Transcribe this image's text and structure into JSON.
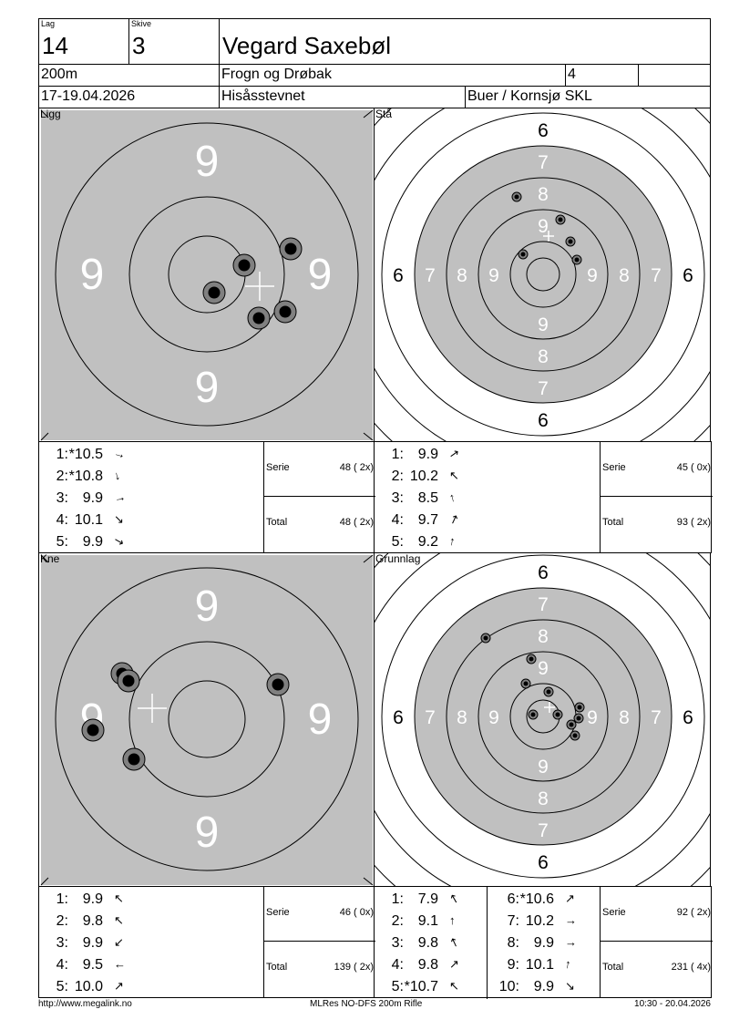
{
  "header": {
    "lag_label": "Lag",
    "lag": "14",
    "skive_label": "Skive",
    "skive": "3",
    "name": "Vegard Saxebøl",
    "distance": "200m",
    "club": "Frogn og Drøbak",
    "klasse": "4",
    "extra": "",
    "date": "17-19.04.2026",
    "event": "Hisåsstevnet",
    "range": "Buer / Kornsjø SKL"
  },
  "panels": [
    {
      "label": "Ligg",
      "shots": [
        {
          "n": "1:",
          "v": "*10.5",
          "a": "→",
          "r": 15
        },
        {
          "n": "2:",
          "v": "*10.8",
          "a": "↓",
          "r": -15
        },
        {
          "n": "3:",
          "v": "9.9",
          "a": "→",
          "r": -10
        },
        {
          "n": "4:",
          "v": "10.1",
          "a": "↘",
          "r": 0
        },
        {
          "n": "5:",
          "v": "9.9",
          "a": "↘",
          "r": -15
        }
      ],
      "serie_label": "Serie",
      "serie": "48 ( 2x)",
      "total_label": "Total",
      "total": "48 ( 2x)"
    },
    {
      "label": "Stå",
      "shots": [
        {
          "n": "1:",
          "v": "9.9",
          "a": "↗",
          "r": 10
        },
        {
          "n": "2:",
          "v": "10.2",
          "a": "↖",
          "r": 0
        },
        {
          "n": "3:",
          "v": "8.5",
          "a": "↑",
          "r": -15
        },
        {
          "n": "4:",
          "v": "9.7",
          "a": "↗",
          "r": -20
        },
        {
          "n": "5:",
          "v": "9.2",
          "a": "↑",
          "r": 10
        }
      ],
      "serie_label": "Serie",
      "serie": "45 ( 0x)",
      "total_label": "Total",
      "total": "93 ( 2x)"
    },
    {
      "label": "Kne",
      "shots": [
        {
          "n": "1:",
          "v": "9.9",
          "a": "↖",
          "r": 0
        },
        {
          "n": "2:",
          "v": "9.8",
          "a": "↖",
          "r": 0
        },
        {
          "n": "3:",
          "v": "9.9",
          "a": "↙",
          "r": 0
        },
        {
          "n": "4:",
          "v": "9.5",
          "a": "←",
          "r": 0
        },
        {
          "n": "5:",
          "v": "10.0",
          "a": "↗",
          "r": 0
        }
      ],
      "serie_label": "Serie",
      "serie": "46 ( 0x)",
      "total_label": "Total",
      "total": "139 ( 2x)"
    },
    {
      "label": "Grunnlag",
      "shots": [
        {
          "n": "1:",
          "v": "7.9",
          "a": "↖",
          "r": 15
        },
        {
          "n": "2:",
          "v": "9.1",
          "a": "↑",
          "r": 0
        },
        {
          "n": "3:",
          "v": "9.8",
          "a": "↖",
          "r": 20
        },
        {
          "n": "4:",
          "v": "9.8",
          "a": "↗",
          "r": 0
        },
        {
          "n": "5:",
          "v": "*10.7",
          "a": "↖",
          "r": 0
        },
        {
          "n": "6:",
          "v": "*10.6",
          "a": "↗",
          "r": 0
        },
        {
          "n": "7:",
          "v": "10.2",
          "a": "→",
          "r": 0
        },
        {
          "n": "8:",
          "v": "9.9",
          "a": "→",
          "r": 0
        },
        {
          "n": "9:",
          "v": "10.1",
          "a": "↑",
          "r": 10
        },
        {
          "n": "10:",
          "v": "9.9",
          "a": "↘",
          "r": 0
        }
      ],
      "serie_label": "Serie",
      "serie": "92 ( 2x)",
      "total_label": "Total",
      "total": "231 ( 4x)"
    }
  ],
  "ring_labels": {
    "zoomed": "9",
    "full": [
      "6",
      "7",
      "8",
      "9"
    ]
  },
  "footer": {
    "url": "http://www.megalink.no",
    "program": "MLRes NO-DFS 200m Rifle",
    "timestamp": "10:30 - 20.04.2026"
  }
}
